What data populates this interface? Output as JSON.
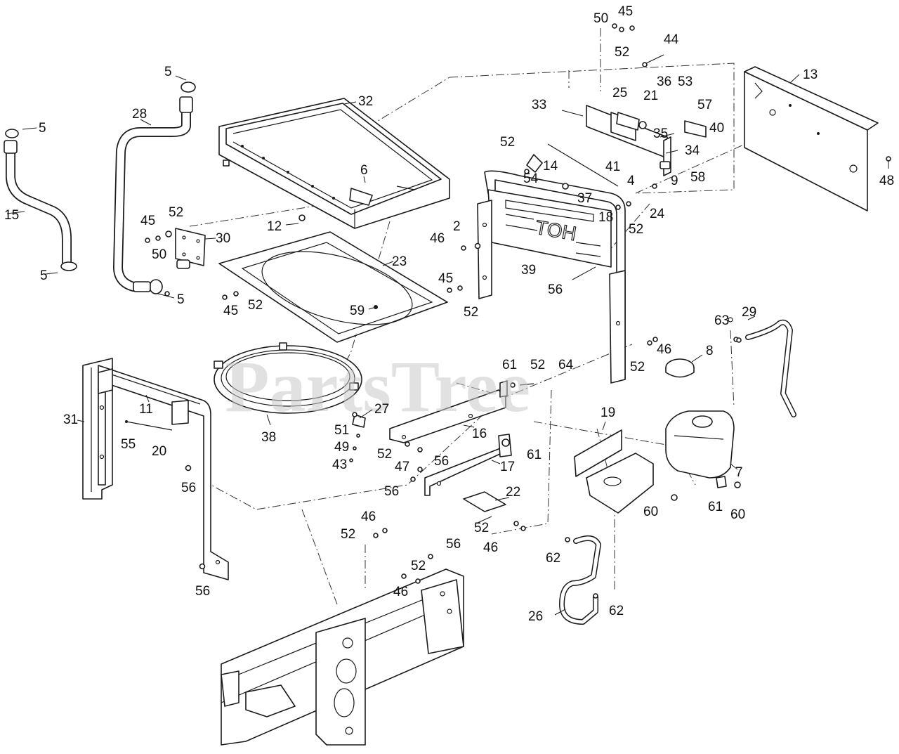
{
  "watermark": "PartsTree",
  "panel_logo": "TOH",
  "callouts": [
    {
      "id": "c-5a",
      "label": "5"
    },
    {
      "id": "c-5b",
      "label": "5"
    },
    {
      "id": "c-5c",
      "label": "5"
    },
    {
      "id": "c-5d",
      "label": "5"
    },
    {
      "id": "c-15",
      "label": "15"
    },
    {
      "id": "c-28",
      "label": "28"
    },
    {
      "id": "c-32",
      "label": "32"
    },
    {
      "id": "c-6",
      "label": "6"
    },
    {
      "id": "c-12",
      "label": "12"
    },
    {
      "id": "c-45a",
      "label": "45"
    },
    {
      "id": "c-52a",
      "label": "52"
    },
    {
      "id": "c-50a",
      "label": "50"
    },
    {
      "id": "c-30",
      "label": "30"
    },
    {
      "id": "c-23",
      "label": "23"
    },
    {
      "id": "c-45b",
      "label": "45"
    },
    {
      "id": "c-52b",
      "label": "52"
    },
    {
      "id": "c-59",
      "label": "59"
    },
    {
      "id": "c-45c",
      "label": "45"
    },
    {
      "id": "c-52c",
      "label": "52"
    },
    {
      "id": "c-50b",
      "label": "50"
    },
    {
      "id": "c-45d",
      "label": "45"
    },
    {
      "id": "c-52d",
      "label": "52"
    },
    {
      "id": "c-44",
      "label": "44"
    },
    {
      "id": "c-33",
      "label": "33"
    },
    {
      "id": "c-25",
      "label": "25"
    },
    {
      "id": "c-21",
      "label": "21"
    },
    {
      "id": "c-36",
      "label": "36"
    },
    {
      "id": "c-53",
      "label": "53"
    },
    {
      "id": "c-57",
      "label": "57"
    },
    {
      "id": "c-35",
      "label": "35"
    },
    {
      "id": "c-40",
      "label": "40"
    },
    {
      "id": "c-34",
      "label": "34"
    },
    {
      "id": "c-41",
      "label": "41"
    },
    {
      "id": "c-4",
      "label": "4"
    },
    {
      "id": "c-9",
      "label": "9"
    },
    {
      "id": "c-58",
      "label": "58"
    },
    {
      "id": "c-13",
      "label": "13"
    },
    {
      "id": "c-48",
      "label": "48"
    },
    {
      "id": "c-52e",
      "label": "52"
    },
    {
      "id": "c-14",
      "label": "14"
    },
    {
      "id": "c-54",
      "label": "54"
    },
    {
      "id": "c-37",
      "label": "37"
    },
    {
      "id": "c-18",
      "label": "18"
    },
    {
      "id": "c-24",
      "label": "24"
    },
    {
      "id": "c-52f",
      "label": "52"
    },
    {
      "id": "c-2",
      "label": "2"
    },
    {
      "id": "c-46a",
      "label": "46"
    },
    {
      "id": "c-39",
      "label": "39"
    },
    {
      "id": "c-56a",
      "label": "56"
    },
    {
      "id": "c-29",
      "label": "29"
    },
    {
      "id": "c-63",
      "label": "63"
    },
    {
      "id": "c-46b",
      "label": "46"
    },
    {
      "id": "c-8",
      "label": "8"
    },
    {
      "id": "c-52g",
      "label": "52"
    },
    {
      "id": "c-61a",
      "label": "61"
    },
    {
      "id": "c-52h",
      "label": "52"
    },
    {
      "id": "c-64",
      "label": "64"
    },
    {
      "id": "c-31",
      "label": "31"
    },
    {
      "id": "c-11",
      "label": "11"
    },
    {
      "id": "c-38",
      "label": "38"
    },
    {
      "id": "c-27",
      "label": "27"
    },
    {
      "id": "c-51",
      "label": "51"
    },
    {
      "id": "c-49",
      "label": "49"
    },
    {
      "id": "c-43",
      "label": "43"
    },
    {
      "id": "c-55",
      "label": "55"
    },
    {
      "id": "c-20",
      "label": "20"
    },
    {
      "id": "c-16",
      "label": "16"
    },
    {
      "id": "c-52i",
      "label": "52"
    },
    {
      "id": "c-47",
      "label": "47"
    },
    {
      "id": "c-61b",
      "label": "61"
    },
    {
      "id": "c-56b",
      "label": "56"
    },
    {
      "id": "c-17",
      "label": "17"
    },
    {
      "id": "c-56c",
      "label": "56"
    },
    {
      "id": "c-19",
      "label": "19"
    },
    {
      "id": "c-7",
      "label": "7"
    },
    {
      "id": "c-56d",
      "label": "56"
    },
    {
      "id": "c-22",
      "label": "22"
    },
    {
      "id": "c-61c",
      "label": "61"
    },
    {
      "id": "c-60a",
      "label": "60"
    },
    {
      "id": "c-60b",
      "label": "60"
    },
    {
      "id": "c-46c",
      "label": "46"
    },
    {
      "id": "c-52j",
      "label": "52"
    },
    {
      "id": "c-52k",
      "label": "52"
    },
    {
      "id": "c-46d",
      "label": "46"
    },
    {
      "id": "c-56e",
      "label": "56"
    },
    {
      "id": "c-52l",
      "label": "52"
    },
    {
      "id": "c-46e",
      "label": "46"
    },
    {
      "id": "c-62a",
      "label": "62"
    },
    {
      "id": "c-56f",
      "label": "56"
    },
    {
      "id": "c-26",
      "label": "26"
    },
    {
      "id": "c-62b",
      "label": "62"
    }
  ]
}
